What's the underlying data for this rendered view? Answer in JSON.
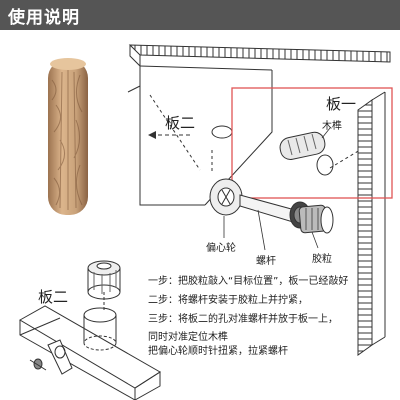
{
  "header": {
    "title": "使用说明"
  },
  "labels": {
    "board_two_top": "板二",
    "board_one": "板一",
    "wooden_dowel": "木榫",
    "eccentric_wheel": "偏心轮",
    "screw_rod": "螺杆",
    "glue_grain": "胶粒",
    "board_two_bottom": "板二"
  },
  "steps": [
    "一步：把胶粒敲入“目标位置”，板一已经敲好",
    "二步：将螺杆安装于胶粒上并拧紧，",
    "三步：将板二的孔对准螺杆并放于板一上，",
    "同时对准定位木榫",
    "把偏心轮顺时针扭紧，拉紧螺杆"
  ],
  "colors": {
    "header_bg": "#555555",
    "highlight_frame": "#e05555",
    "wood": "#c9a27a",
    "line": "#333333"
  }
}
